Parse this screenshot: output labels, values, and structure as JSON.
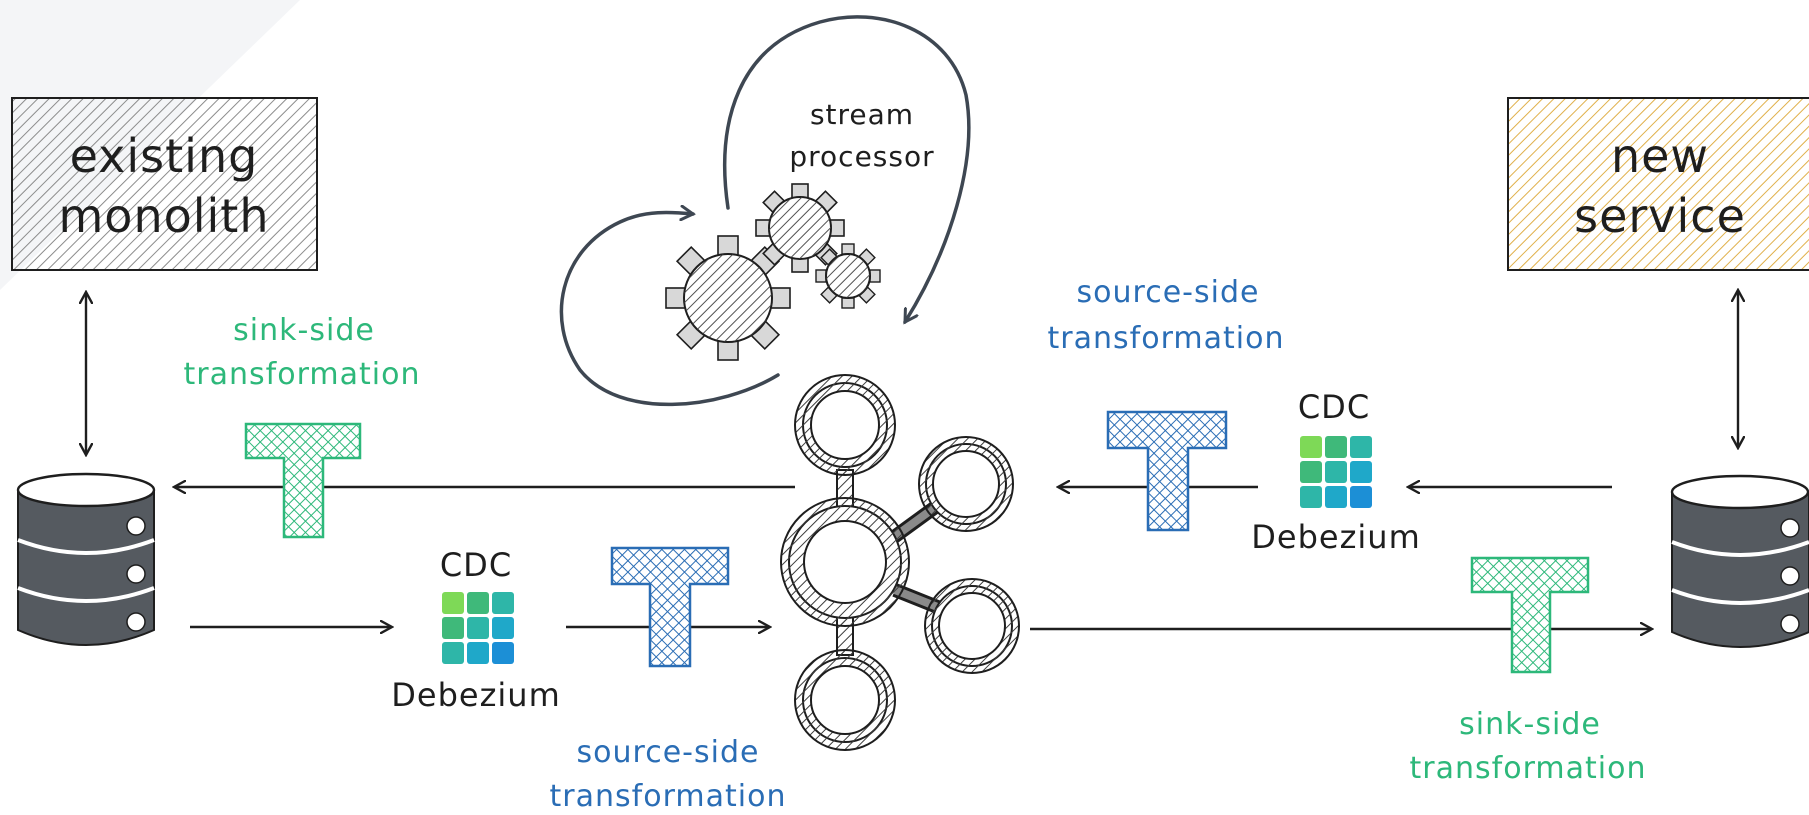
{
  "boxes": {
    "left_line1": "existing",
    "left_line2": "monolith",
    "right_line1": "new",
    "right_line2": "service"
  },
  "stream_processor": {
    "line1": "stream",
    "line2": "processor"
  },
  "labels": {
    "sink_left_1": "sink-side",
    "sink_left_2": "transformation",
    "source_top_1": "source-side",
    "source_top_2": "transformation",
    "source_bottom_1": "source-side",
    "source_bottom_2": "transformation",
    "sink_right_1": "sink-side",
    "sink_right_2": "transformation",
    "cdc_left": "CDC",
    "debezium_left": "Debezium",
    "cdc_right": "CDC",
    "debezium_right": "Debezium"
  },
  "colors": {
    "sink": "#2db87a",
    "source": "#2a6db5",
    "ink": "#1e1e1e",
    "box_left": "#c9c9c9",
    "box_right": "#e6b84a",
    "db": "#555a60",
    "kafka": "#4a4a4a"
  }
}
